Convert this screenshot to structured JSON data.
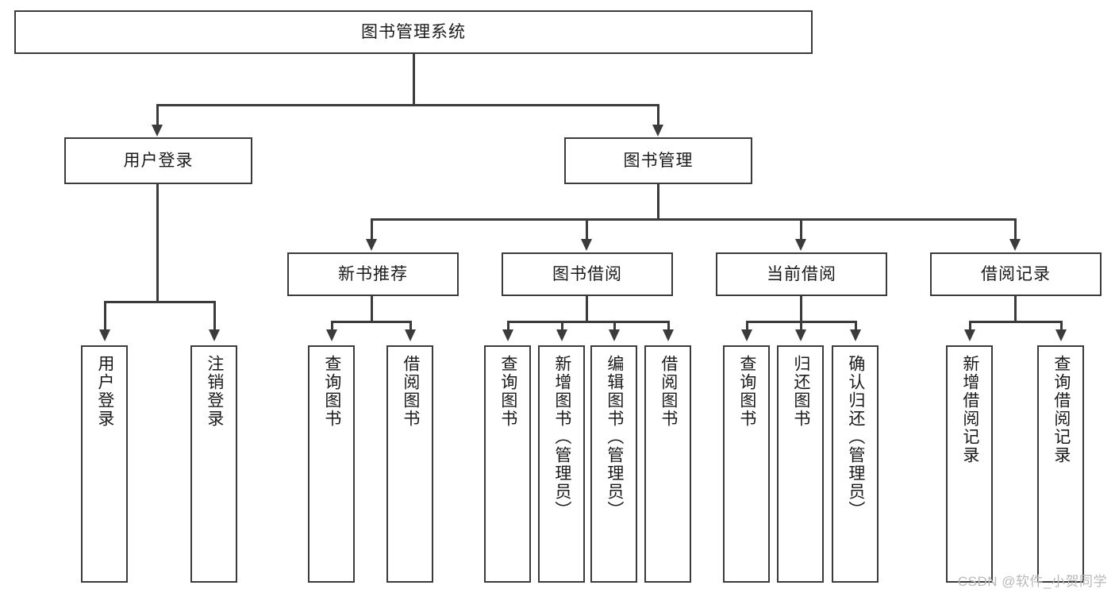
{
  "diagram": {
    "title": "图书管理系统",
    "type": "tree",
    "watermark": "CSDN @软件_小贺同学",
    "colors": {
      "stroke": "#3b3b3b",
      "fill": "#ffffff",
      "text": "#1a1a1a",
      "watermark": "#b9b9b9"
    },
    "root": {
      "label": "图书管理系统"
    },
    "level1": [
      {
        "label": "用户登录"
      },
      {
        "label": "图书管理"
      }
    ],
    "level2": [
      {
        "label": "新书推荐"
      },
      {
        "label": "图书借阅"
      },
      {
        "label": "当前借阅"
      },
      {
        "label": "借阅记录"
      }
    ],
    "leaves": {
      "user_login": [
        {
          "label": "用户登录"
        },
        {
          "label": "注销登录"
        }
      ],
      "new_book_recommend": [
        {
          "label": "查询图书"
        },
        {
          "label": "借阅图书"
        }
      ],
      "book_borrow": [
        {
          "label": "查询图书"
        },
        {
          "label": "新增图书（管理员）"
        },
        {
          "label": "编辑图书（管理员）"
        },
        {
          "label": "借阅图书"
        }
      ],
      "current_borrow": [
        {
          "label": "查询图书"
        },
        {
          "label": "归还图书"
        },
        {
          "label": "确认归还（管理员）"
        }
      ],
      "borrow_record": [
        {
          "label": "新增借阅记录"
        },
        {
          "label": "查询借阅记录"
        }
      ]
    }
  }
}
